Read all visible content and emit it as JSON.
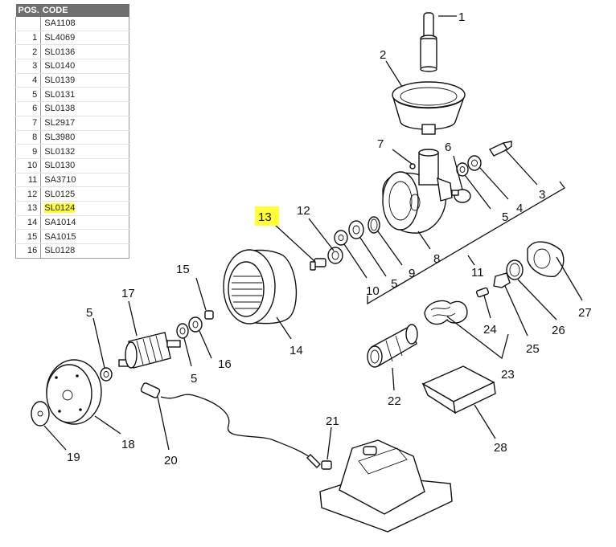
{
  "table": {
    "headers": {
      "pos": "POS.",
      "code": "CODE"
    },
    "rows": [
      {
        "pos": "",
        "code": "SA1108",
        "selected": false
      },
      {
        "pos": "1",
        "code": "SL4069",
        "selected": false
      },
      {
        "pos": "2",
        "code": "SL0136",
        "selected": false
      },
      {
        "pos": "3",
        "code": "SL0140",
        "selected": false
      },
      {
        "pos": "4",
        "code": "SL0139",
        "selected": false
      },
      {
        "pos": "5",
        "code": "SL0131",
        "selected": false
      },
      {
        "pos": "6",
        "code": "SL0138",
        "selected": false
      },
      {
        "pos": "7",
        "code": "SL2917",
        "selected": false
      },
      {
        "pos": "8",
        "code": "SL3980",
        "selected": false
      },
      {
        "pos": "9",
        "code": "SL0132",
        "selected": false
      },
      {
        "pos": "10",
        "code": "SL0130",
        "selected": false
      },
      {
        "pos": "11",
        "code": "SA3710",
        "selected": false
      },
      {
        "pos": "12",
        "code": "SL0125",
        "selected": false
      },
      {
        "pos": "13",
        "code": "SL0124",
        "selected": true
      },
      {
        "pos": "14",
        "code": "SA1014",
        "selected": false
      },
      {
        "pos": "15",
        "code": "SA1015",
        "selected": false
      },
      {
        "pos": "16",
        "code": "SL0128",
        "selected": false
      }
    ]
  },
  "highlight_color": "#ffff33",
  "callouts": {
    "c1": "1",
    "c2": "2",
    "c3": "3",
    "c4": "4",
    "c5a": "5",
    "c5b": "5",
    "c5c": "5",
    "c5d": "5",
    "c6": "6",
    "c7": "7",
    "c8": "8",
    "c9": "9",
    "c10": "10",
    "c11": "11",
    "c12": "12",
    "c13": "13",
    "c14": "14",
    "c15": "15",
    "c16": "16",
    "c17": "17",
    "c18": "18",
    "c19": "19",
    "c20": "20",
    "c21": "21",
    "c22": "22",
    "c23": "23",
    "c24": "24",
    "c25": "25",
    "c26": "26",
    "c27": "27",
    "c28": "28"
  }
}
